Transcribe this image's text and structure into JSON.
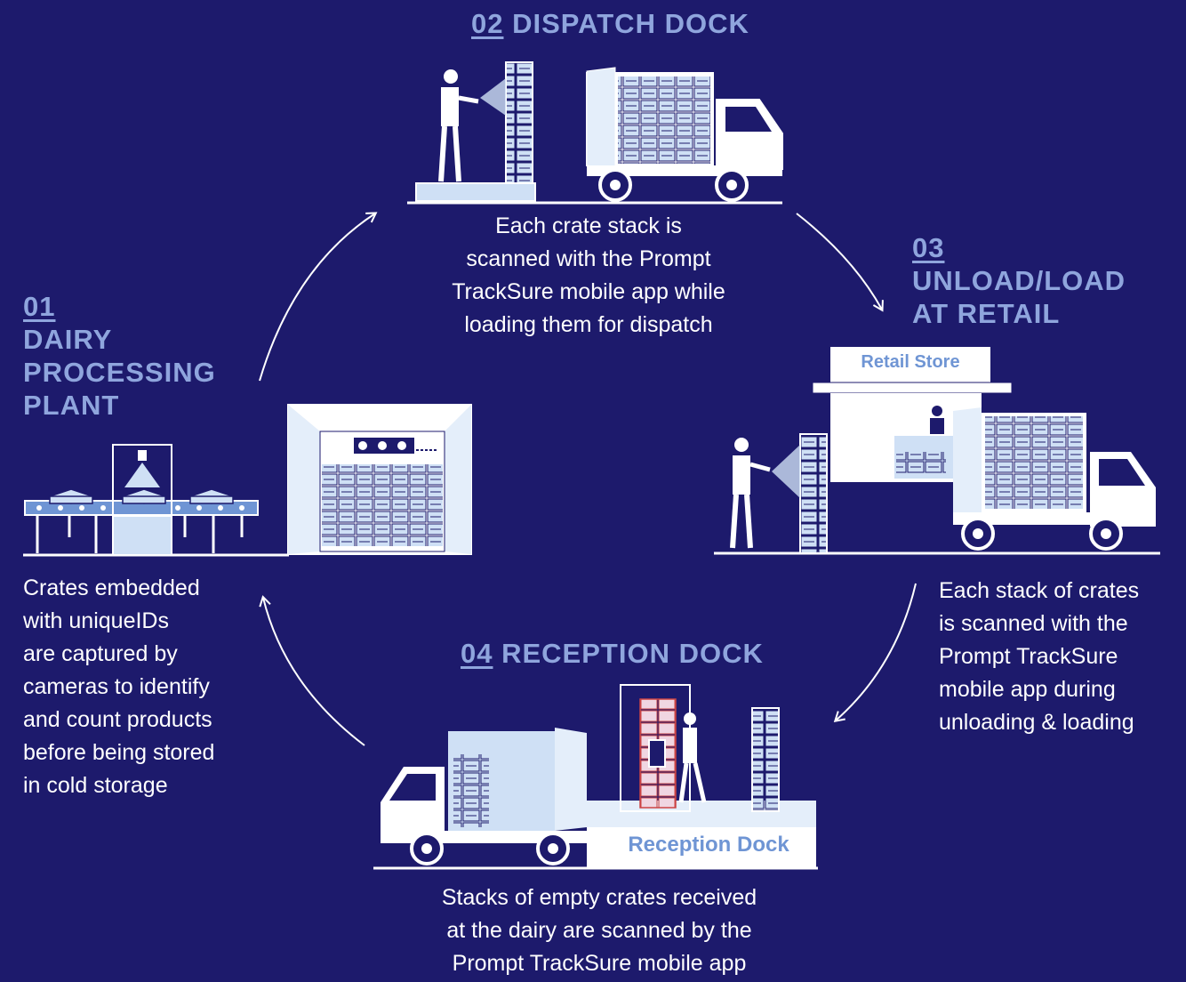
{
  "colors": {
    "background": "#1d1a6c",
    "title": "#8fa5dd",
    "text": "#ffffff",
    "illustration_fill": "#cfe0f5",
    "illustration_accent": "#6f95d4"
  },
  "steps": [
    {
      "number": "01",
      "title_lines": [
        "DAIRY",
        "PROCESSING",
        "PLANT"
      ],
      "description_lines": [
        "Crates embedded",
        "with uniqueIDs",
        "are captured by",
        "cameras to identify",
        "and count products",
        "before being stored",
        "in cold storage"
      ]
    },
    {
      "number": "02",
      "title": "DISPATCH DOCK",
      "description_lines": [
        "Each crate stack is",
        "scanned with the Prompt",
        "TrackSure mobile app while",
        "loading them for dispatch"
      ]
    },
    {
      "number": "03",
      "title_lines": [
        "UNLOAD/LOAD",
        "AT RETAIL"
      ],
      "description_lines": [
        "Each stack of crates",
        "is scanned with the",
        "Prompt TrackSure",
        "mobile app during",
        "unloading & loading"
      ]
    },
    {
      "number": "04",
      "title": "RECEPTION DOCK",
      "description_lines": [
        "Stacks of empty crates received",
        "at the dairy are scanned by the",
        "Prompt TrackSure mobile app"
      ]
    }
  ],
  "labels": {
    "retail_store": "Retail Store",
    "reception_dock": "Reception Dock"
  },
  "icons": [
    "conveyor-plant-illustration",
    "cold-storage-illustration",
    "worker-scanning-illustration",
    "truck-illustration",
    "retail-store-illustration",
    "reception-dock-illustration"
  ]
}
